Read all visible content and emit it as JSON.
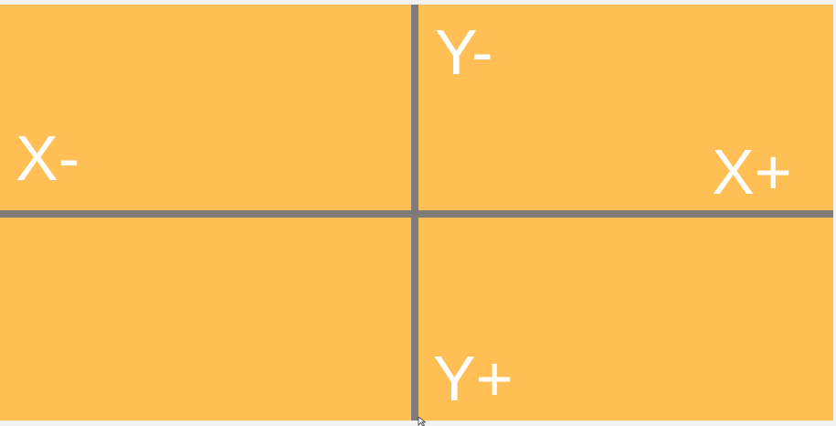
{
  "diagram": {
    "labels": {
      "x_minus": "X-",
      "x_plus": "X+",
      "y_minus": "Y-",
      "y_plus": "Y+"
    },
    "colors": {
      "background": "#ffbf55",
      "axis": "#7f7b78",
      "text": "#ffffff"
    },
    "icons": {
      "cursor": "mouse-pointer-icon"
    }
  }
}
